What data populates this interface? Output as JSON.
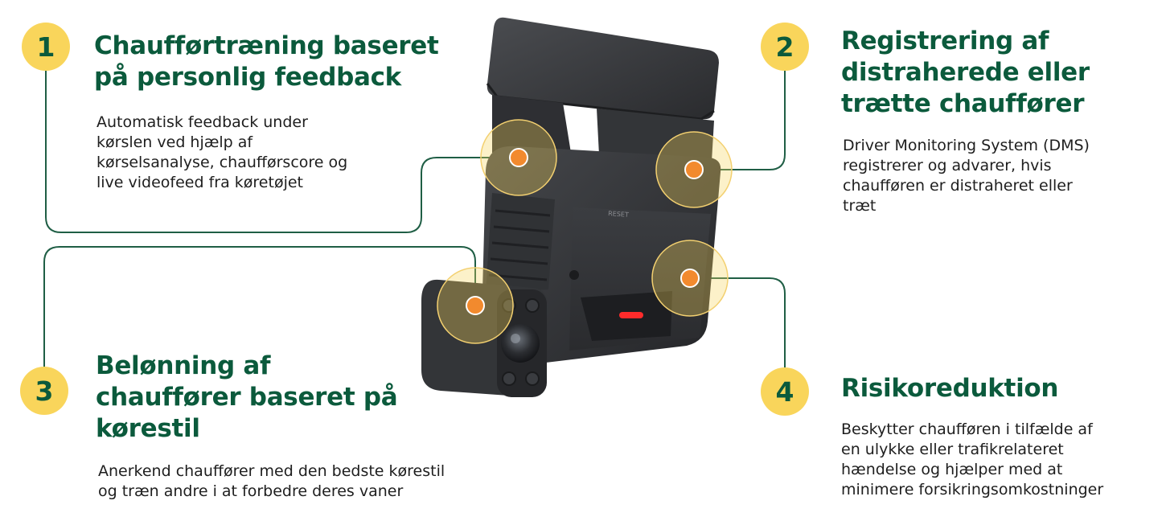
{
  "features": [
    {
      "number": "1",
      "title": [
        "Chaufførtræning baseret",
        "på personlig feedback"
      ],
      "description": [
        "Automatisk feedback under",
        "kørslen ved hjælp af",
        "kørselsanalyse, chaufførscore og",
        "live videofeed fra køretøjet"
      ]
    },
    {
      "number": "2",
      "title": [
        "Registrering af",
        "distraherede eller",
        "trætte chauffører"
      ],
      "description": [
        "Driver Monitoring System (DMS)",
        "registrerer og advarer, hvis",
        "chaufføren er distraheret eller",
        "træt"
      ]
    },
    {
      "number": "3",
      "title": [
        "Belønning af",
        "chauffører baseret på",
        "kørestil"
      ],
      "description": [
        "Anerkend chauffører med den bedste kørestil",
        "og træn andre i at forbedre deres vaner"
      ]
    },
    {
      "number": "4",
      "title": [
        "Risikoreduktion"
      ],
      "description": [
        "Beskytter chaufføren i tilfælde af",
        "en ulykke eller trafikrelateret",
        "hændelse og hjælper med at",
        "minimere forsikringsomkostninger"
      ]
    }
  ],
  "device": {
    "button_label": "RESET"
  },
  "colors": {
    "brand_green": "#0b5a3c",
    "badge_yellow": "#f9d55b",
    "hotspot_orange": "#f28a2e",
    "connector_green": "#1f5e45"
  }
}
